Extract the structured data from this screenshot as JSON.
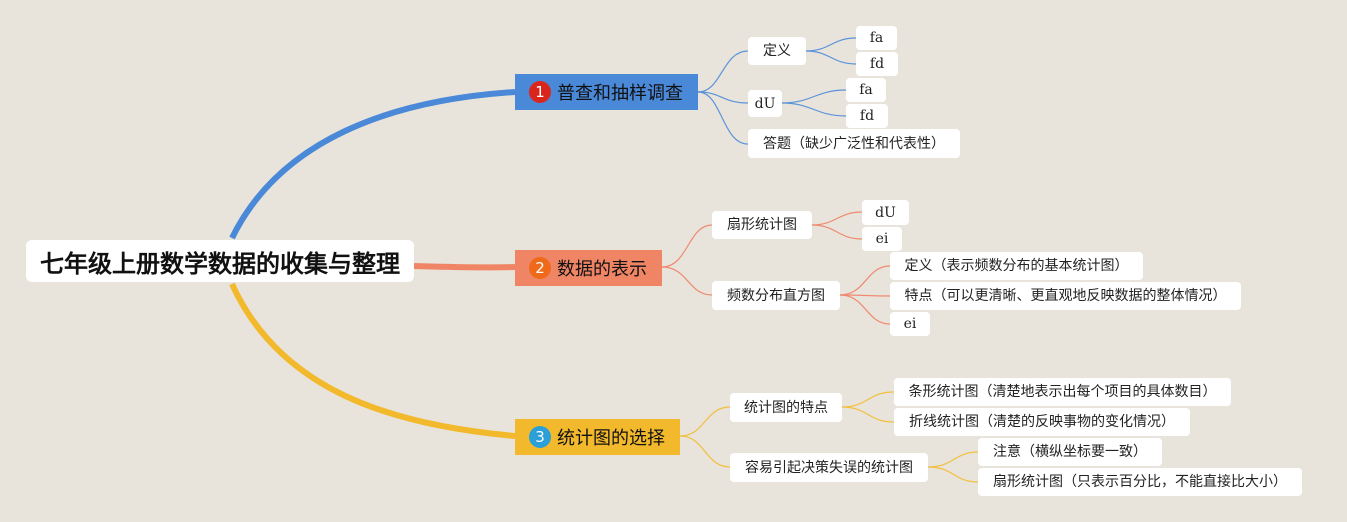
{
  "root": {
    "title": "七年级上册数学数据的收集与整理"
  },
  "colors": {
    "background": "#e8e4dc",
    "branch1": "#4a88d8",
    "branch2": "#f08565",
    "branch3": "#f2b92c"
  },
  "branches": [
    {
      "number": "1",
      "label": "普查和抽样调查",
      "badge_color": "#d9261c",
      "children": [
        {
          "label": "定义",
          "children": [
            "fa",
            "fd"
          ]
        },
        {
          "label": "dU",
          "children": [
            "fa",
            "fd"
          ]
        },
        {
          "label": "答题（缺少广泛性和代表性）",
          "children": []
        }
      ]
    },
    {
      "number": "2",
      "label": "数据的表示",
      "badge_color": "#ee6a1a",
      "children": [
        {
          "label": "扇形统计图",
          "children": [
            "dU",
            "ei"
          ]
        },
        {
          "label": "频数分布直方图",
          "children": [
            "定义（表示频数分布的基本统计图）",
            "特点（可以更清晰、更直观地反映数据的整体情况）",
            "ei"
          ]
        }
      ]
    },
    {
      "number": "3",
      "label": "统计图的选择",
      "badge_color": "#2a9fd8",
      "children": [
        {
          "label": "统计图的特点",
          "children": [
            "条形统计图（清楚地表示出每个项目的具体数目）",
            "折线统计图（清楚的反映事物的变化情况）"
          ]
        },
        {
          "label": "容易引起决策失误的统计图",
          "children": [
            "注意（横纵坐标要一致）",
            "扇形统计图（只表示百分比，不能直接比大小）"
          ]
        }
      ]
    }
  ]
}
